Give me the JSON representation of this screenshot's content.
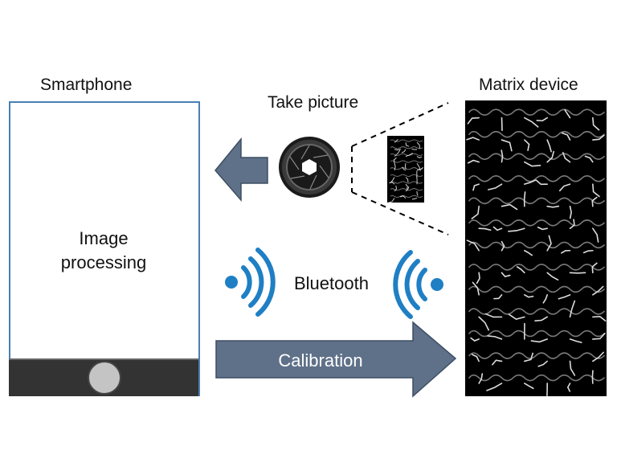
{
  "labels": {
    "smartphone": "Smartphone",
    "take_picture": "Take picture",
    "matrix_device": "Matrix device",
    "image_processing_line1": "Image",
    "image_processing_line2": "processing",
    "bluetooth": "Bluetooth",
    "calibration": "Calibration"
  },
  "colors": {
    "arrow_fill": "#5f7189",
    "arrow_stroke": "#3d4e63",
    "bluetooth_blue": "#1f7fc4",
    "phone_border": "#4a7fb3",
    "matrix_bg": "#000000"
  },
  "icons": {
    "camera": "camera-lens-icon",
    "signal_left": "wireless-signal-icon",
    "signal_right": "wireless-signal-icon"
  }
}
